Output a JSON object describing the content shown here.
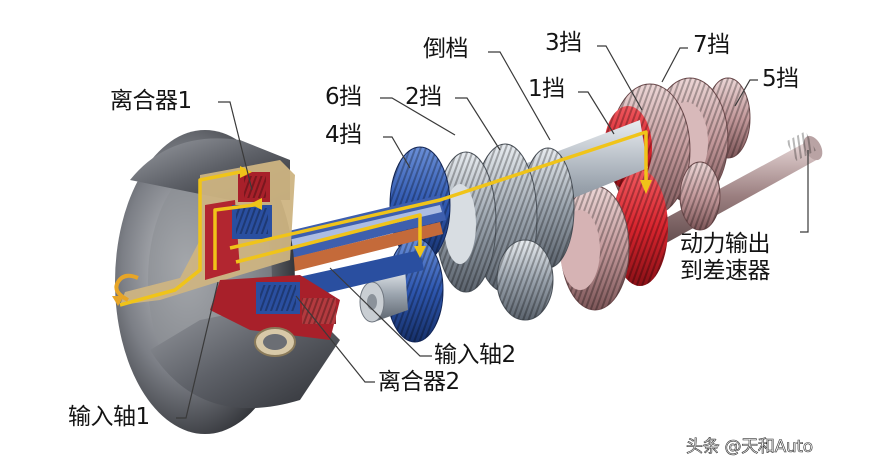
{
  "diagram": {
    "subject": "Dual-clutch transmission cutaway",
    "labels": {
      "clutch1": "离合器1",
      "gear6": "6挡",
      "gear2": "2挡",
      "gear4": "4挡",
      "reverse": "倒档",
      "gear1": "1挡",
      "gear3": "3挡",
      "gear7": "7挡",
      "gear5": "5挡",
      "output_line1": "动力输出",
      "output_line2": "到差速器",
      "input_shaft2": "输入轴2",
      "clutch2": "离合器2",
      "input_shaft1": "输入轴1"
    },
    "watermark": "头条 @天和Auto",
    "colors": {
      "background": "#ffffff",
      "text": "#141414",
      "leader_line": "#3a3a3a",
      "housing": "#6e7178",
      "housing_dark": "#3c3e44",
      "clutch1_red": "#a8202a",
      "clutch2_blue": "#2a4fa0",
      "gear_blue": "#2e57b0",
      "gear_steel": "#b9c0c8",
      "gear_pink": "#c9a0a2",
      "gear_red": "#d8242e",
      "power_flow": "#f0c419",
      "shaft_orange": "#c46a3a"
    }
  }
}
